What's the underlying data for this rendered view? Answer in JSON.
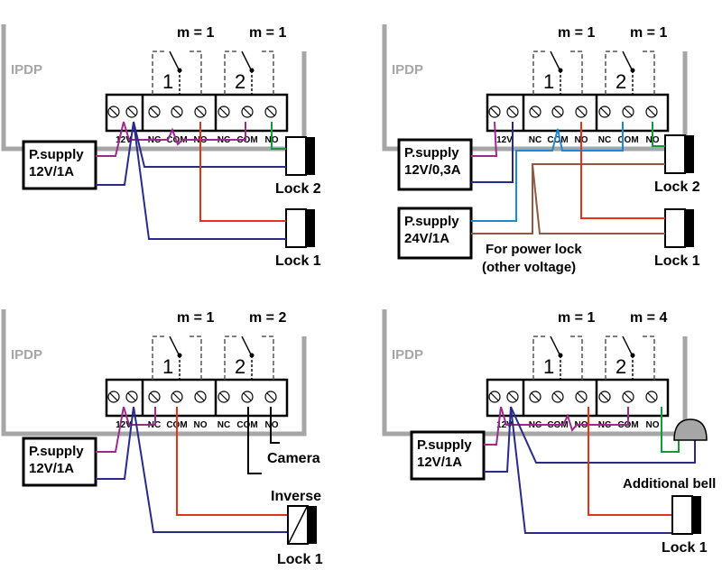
{
  "colors": {
    "enclosure": "#a6a6a6",
    "purple": "#9c2a8c",
    "navy": "#2a2a8c",
    "red": "#e8311a",
    "green": "#159a3a",
    "blue": "#1a8ad4",
    "brown": "#8a5a44"
  },
  "panels": [
    {
      "ipdp_label": "IPDP",
      "relay1_mode": "m = 1",
      "relay2_mode": "m = 1",
      "relay1_num": "1",
      "relay2_num": "2",
      "terminals": [
        "12V",
        "NC",
        "COM",
        "NO",
        "NC",
        "COM",
        "NO"
      ],
      "supply_line1": "P.supply",
      "supply_line2": "12V/1A",
      "lock2_label": "Lock 2",
      "lock1_label": "Lock 1"
    },
    {
      "ipdp_label": "IPDP",
      "relay1_mode": "m = 1",
      "relay2_mode": "m = 1",
      "relay1_num": "1",
      "relay2_num": "2",
      "terminals": [
        "12V",
        "NC",
        "COM",
        "NO",
        "NC",
        "COM",
        "NO"
      ],
      "supply_line1": "P.supply",
      "supply_line2": "12V/0,3A",
      "supply2_line1": "P.supply",
      "supply2_line2": "24V/1A",
      "power_lock_note_1": "For power lock",
      "power_lock_note_2": "(other voltage)",
      "lock2_label": "Lock 2",
      "lock1_label": "Lock 1"
    },
    {
      "ipdp_label": "IPDP",
      "relay1_mode": "m = 1",
      "relay2_mode": "m = 2",
      "relay1_num": "1",
      "relay2_num": "2",
      "terminals": [
        "12V",
        "NC",
        "COM",
        "NO",
        "NC",
        "COM",
        "NO"
      ],
      "supply_line1": "P.supply",
      "supply_line2": "12V/1A",
      "camera_label": "Camera",
      "inverse_label": "Inverse",
      "lock1_label": "Lock 1"
    },
    {
      "ipdp_label": "IPDP",
      "relay1_mode": "m = 1",
      "relay2_mode": "m = 4",
      "relay1_num": "1",
      "relay2_num": "2",
      "terminals": [
        "12V",
        "NC",
        "COM",
        "NO",
        "NC",
        "COM",
        "NO"
      ],
      "supply_line1": "P.supply",
      "supply_line2": "12V/1A",
      "bell_label": "Additional bell",
      "lock1_label": "Lock 1"
    }
  ]
}
